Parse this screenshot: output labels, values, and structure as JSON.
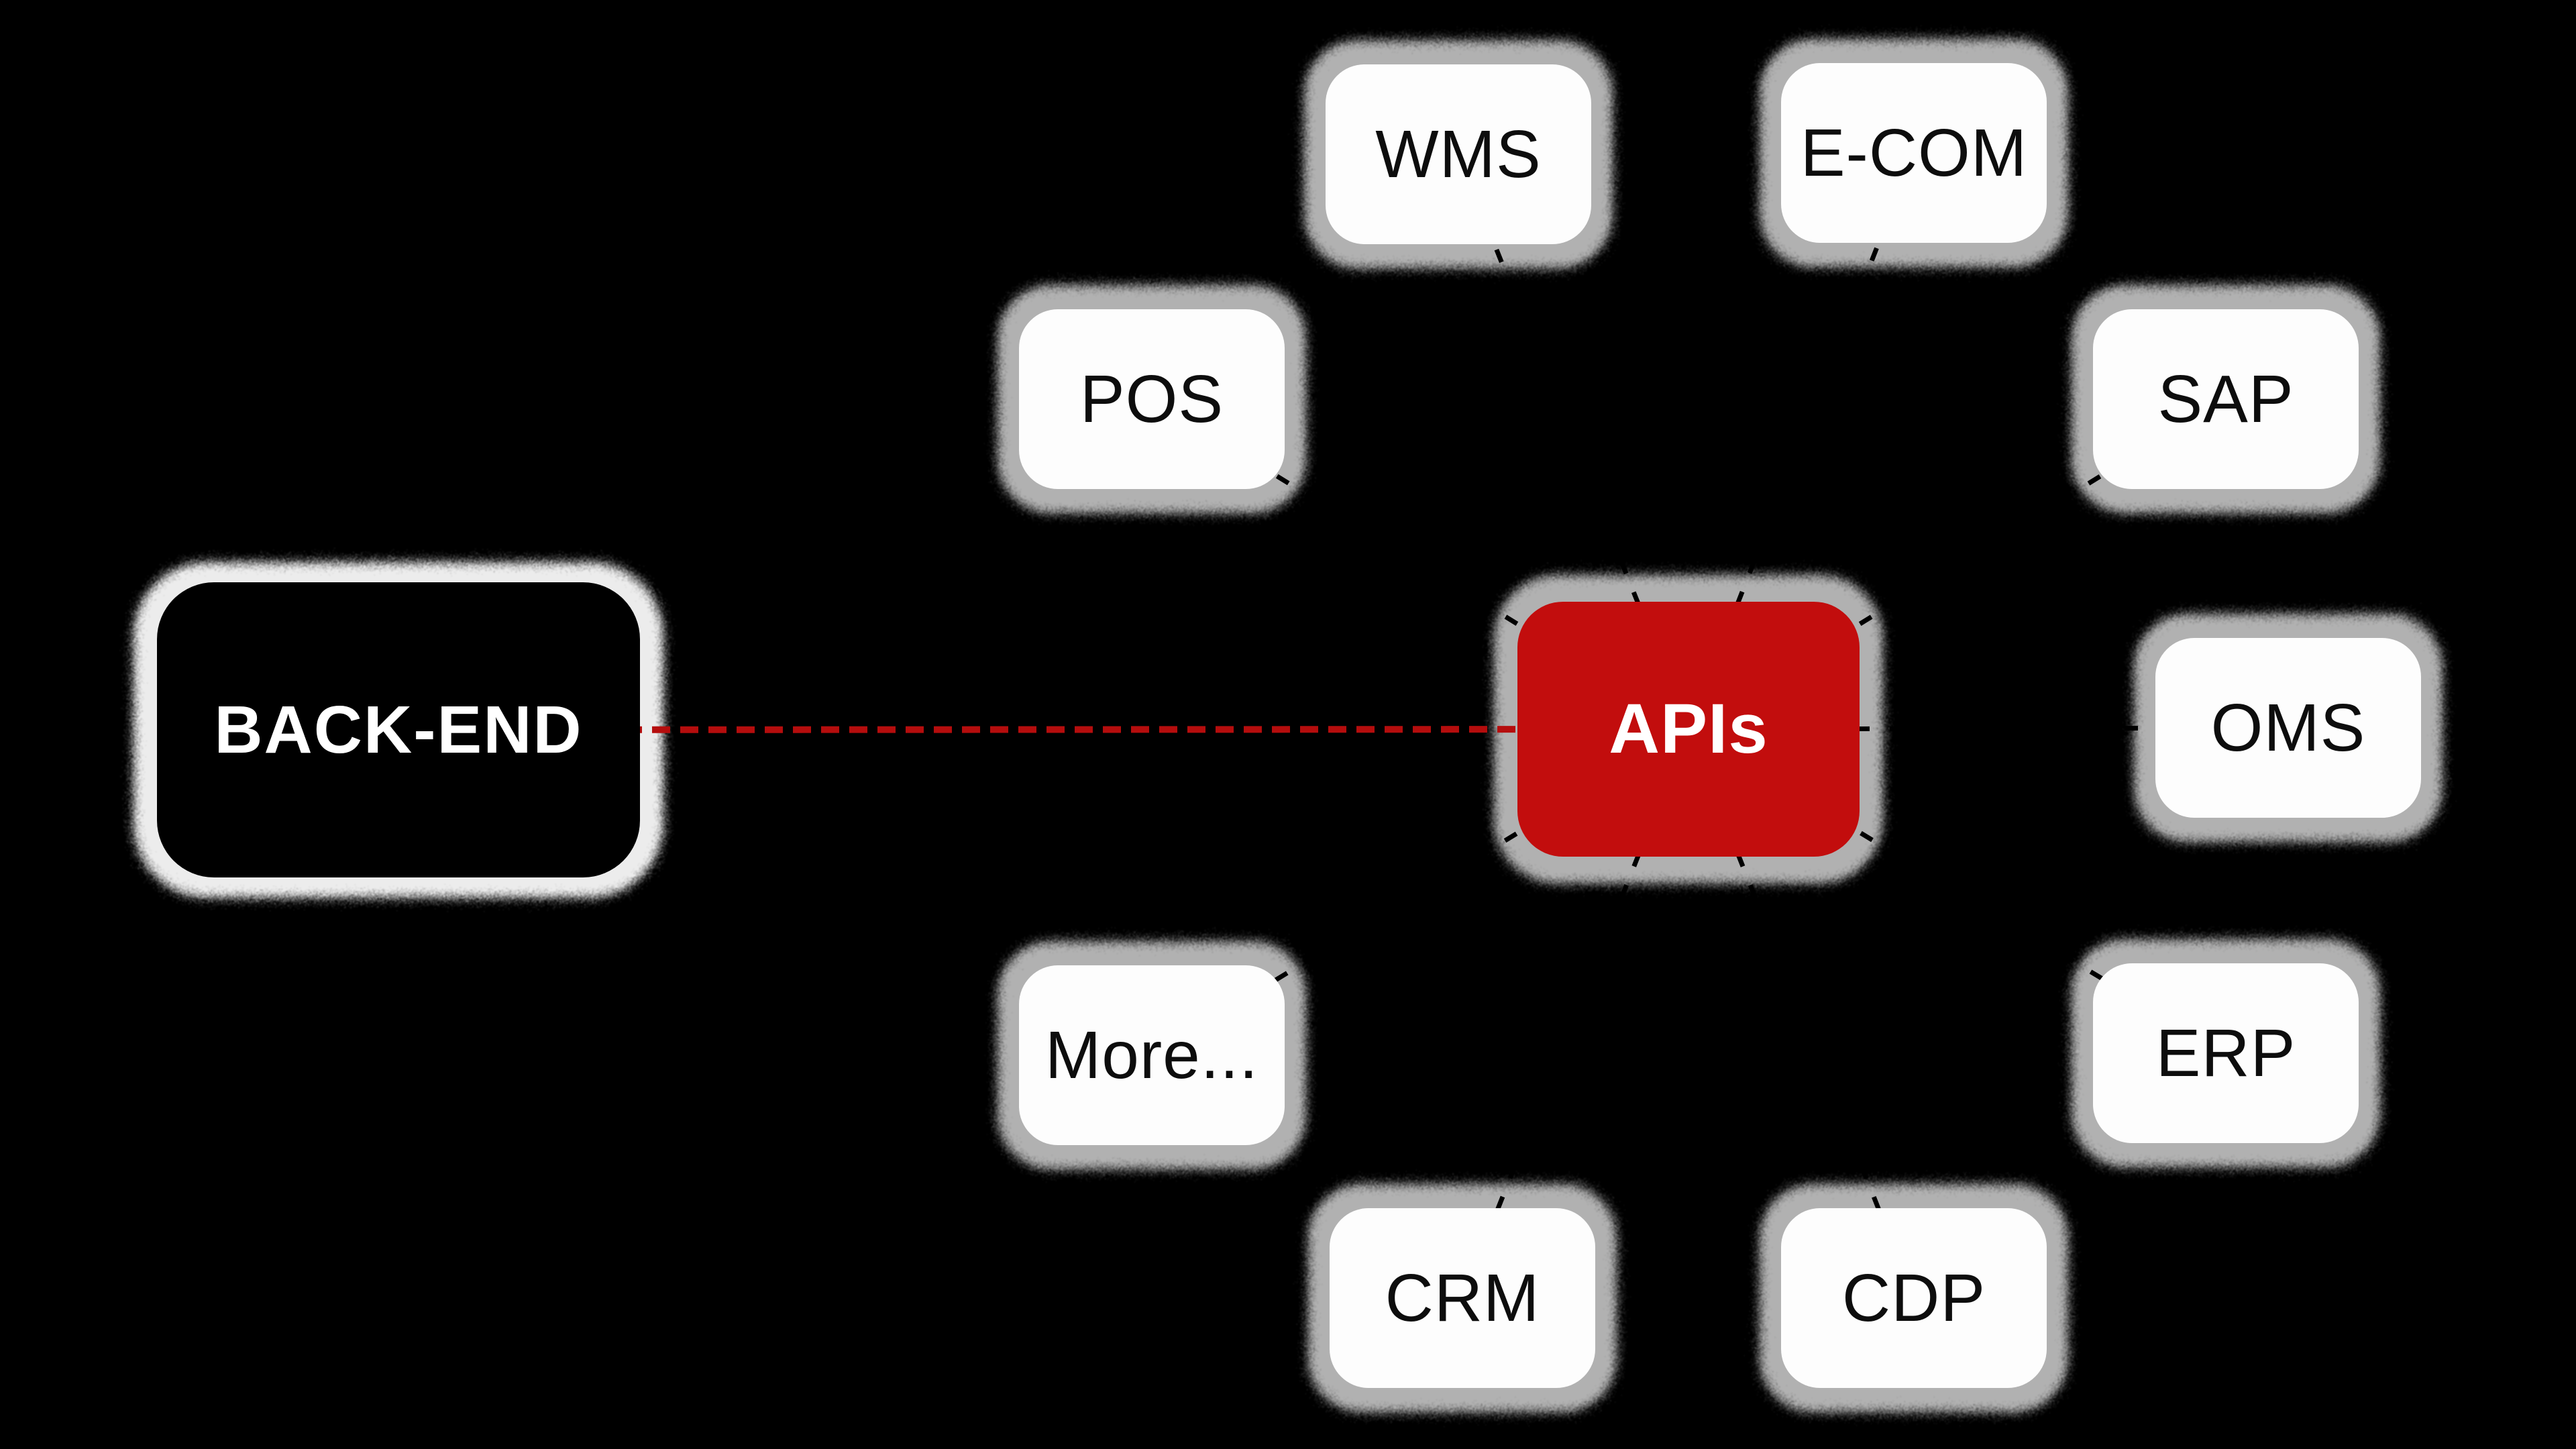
{
  "diagram": {
    "background_color": "#000000",
    "nodes": {
      "back_end": {
        "label": "BACK-END",
        "fill": "#000000",
        "text_color": "#ffffff",
        "halo_color": "#ececec"
      },
      "apis": {
        "label": "APIs",
        "fill": "#c20d0d",
        "text_color": "#ffffff",
        "halo_color": "#b1b1b1"
      }
    },
    "satellites": [
      {
        "label": "WMS"
      },
      {
        "label": "E-COM"
      },
      {
        "label": "POS"
      },
      {
        "label": "SAP"
      },
      {
        "label": "OMS"
      },
      {
        "label": "More..."
      },
      {
        "label": "ERP"
      },
      {
        "label": "CRM"
      },
      {
        "label": "CDP"
      }
    ],
    "satellite_style": {
      "fill": "#fdfdfd",
      "text_color": "#0d0d0d",
      "halo_color": "#b1b1b1"
    },
    "connectors": {
      "hub_spoke_color": "#000000",
      "hub_spoke_style": "dashed",
      "backend_link_color": "#b50d0d",
      "backend_link_style": "dashed"
    }
  }
}
